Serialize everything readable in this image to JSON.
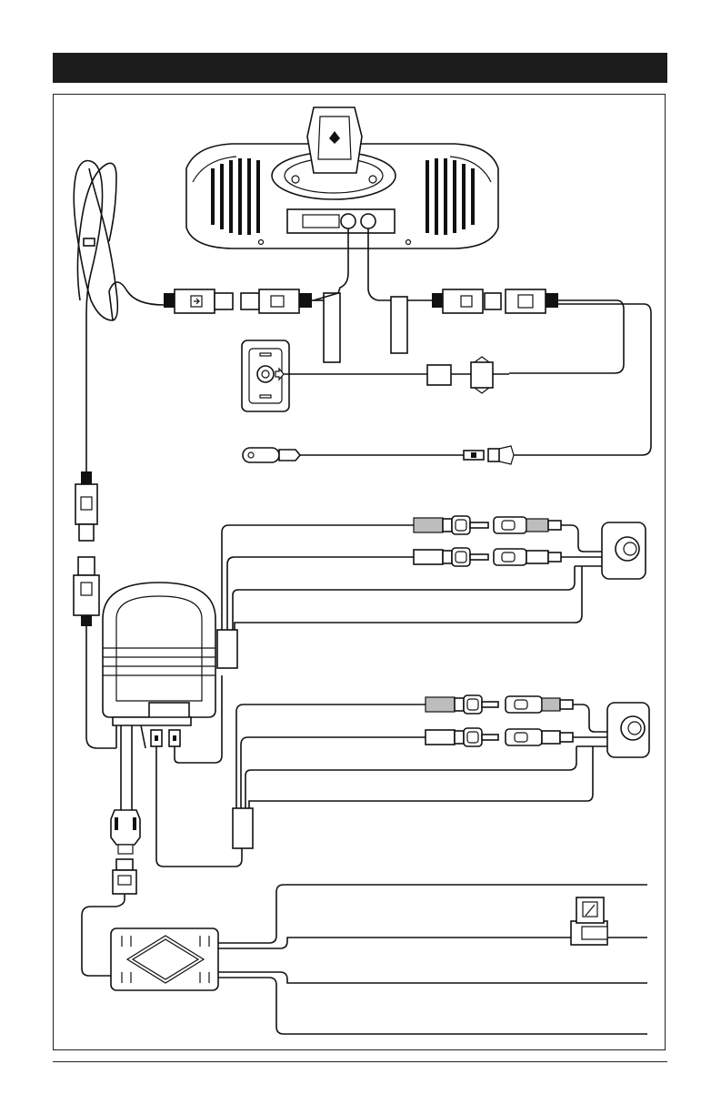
{
  "header": {
    "title": "",
    "background": "#1c1c1c"
  },
  "diagram": {
    "kind": "wiring",
    "components": [
      "overhead-display-unit",
      "remote-sensor",
      "usb-cable",
      "ir-transmitter",
      "hub-box",
      "rca-av-cables",
      "av-jack-plates",
      "power-module",
      "inline-fuse-holder"
    ]
  },
  "colors": {
    "line": "#111111",
    "connector_grey": "#bdbdbd"
  }
}
